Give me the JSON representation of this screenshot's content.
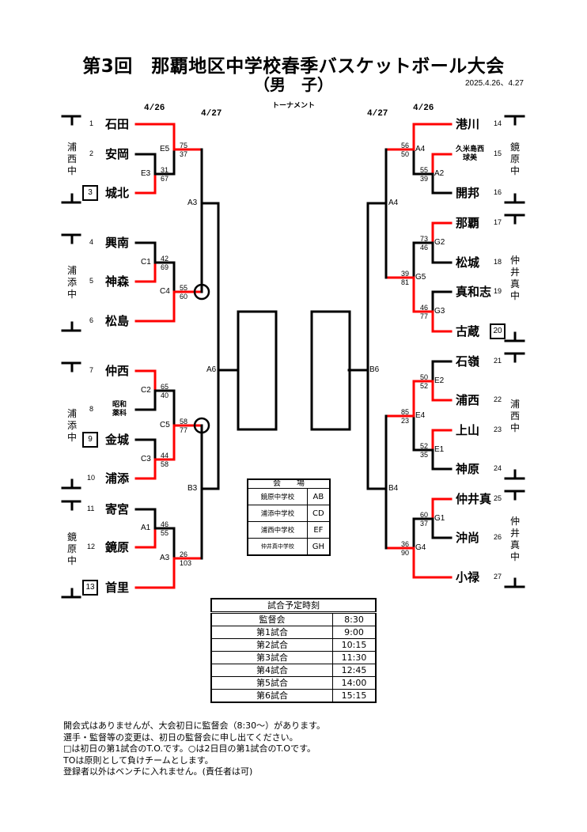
{
  "header": {
    "title": "第3回　那覇地区中学校春季バスケットボール大会",
    "subtitle": "（男　子）",
    "dates": "2025.4.26、4.27",
    "format_label": "トーナメント",
    "day_labels": {
      "left_day1": "4/26",
      "left_day2": "4/27",
      "right_day2": "4/27",
      "right_day1": "4/26"
    }
  },
  "colors": {
    "winner_line": "#ff0000",
    "line": "#000000"
  },
  "teams": [
    {
      "seed": "1",
      "name": "石田",
      "side": "left",
      "to_box": false
    },
    {
      "seed": "2",
      "name": "安岡",
      "side": "left",
      "to_box": false
    },
    {
      "seed": "3",
      "name": "城北",
      "side": "left",
      "to_box": true
    },
    {
      "seed": "4",
      "name": "興南",
      "side": "left",
      "to_box": false
    },
    {
      "seed": "5",
      "name": "神森",
      "side": "left",
      "to_box": false
    },
    {
      "seed": "6",
      "name": "松島",
      "side": "left",
      "to_box": false
    },
    {
      "seed": "7",
      "name": "仲西",
      "side": "left",
      "to_box": false
    },
    {
      "seed": "8",
      "name": "昭和\n薬科",
      "side": "left",
      "to_box": false
    },
    {
      "seed": "9",
      "name": "金城",
      "side": "left",
      "to_box": true
    },
    {
      "seed": "10",
      "name": "浦添",
      "side": "left",
      "to_box": false
    },
    {
      "seed": "11",
      "name": "寄宮",
      "side": "left",
      "to_box": false
    },
    {
      "seed": "12",
      "name": "鏡原",
      "side": "left",
      "to_box": false
    },
    {
      "seed": "13",
      "name": "首里",
      "side": "left",
      "to_box": true
    },
    {
      "seed": "14",
      "name": "港川",
      "side": "right",
      "to_box": false
    },
    {
      "seed": "15",
      "name": "久米島西\n球美",
      "side": "right",
      "to_box": false
    },
    {
      "seed": "16",
      "name": "開邦",
      "side": "right",
      "to_box": false
    },
    {
      "seed": "17",
      "name": "那覇",
      "side": "right",
      "to_box": false
    },
    {
      "seed": "18",
      "name": "松城",
      "side": "right",
      "to_box": false
    },
    {
      "seed": "19",
      "name": "真和志",
      "side": "right",
      "to_box": false
    },
    {
      "seed": "20",
      "name": "古蔵",
      "side": "right",
      "to_box": true
    },
    {
      "seed": "21",
      "name": "石嶺",
      "side": "right",
      "to_box": false
    },
    {
      "seed": "22",
      "name": "浦西",
      "side": "right",
      "to_box": false
    },
    {
      "seed": "23",
      "name": "上山",
      "side": "right",
      "to_box": false
    },
    {
      "seed": "24",
      "name": "神原",
      "side": "right",
      "to_box": false
    },
    {
      "seed": "25",
      "name": "仲井真",
      "side": "right",
      "to_box": false
    },
    {
      "seed": "26",
      "name": "沖尚",
      "side": "right",
      "to_box": false
    },
    {
      "seed": "27",
      "name": "小禄",
      "side": "right",
      "to_box": false
    }
  ],
  "venue_groups": [
    {
      "label": "浦\n西\n中",
      "side": "left",
      "seeds": [
        "1",
        "3"
      ]
    },
    {
      "label": "浦\n添\n中",
      "side": "left",
      "seeds": [
        "4",
        "6"
      ]
    },
    {
      "label": "浦\n添\n中",
      "side": "left",
      "seeds": [
        "7",
        "10"
      ]
    },
    {
      "label": "鏡\n原\n中",
      "side": "left",
      "seeds": [
        "11",
        "13"
      ]
    },
    {
      "label": "鏡\n原\n中",
      "side": "right",
      "seeds": [
        "14",
        "16"
      ]
    },
    {
      "label": "仲\n井\n真\n中",
      "side": "right",
      "seeds": [
        "17",
        "20"
      ]
    },
    {
      "label": "浦\n西\n中",
      "side": "right",
      "seeds": [
        "21",
        "24"
      ]
    },
    {
      "label": "仲\n井\n真\n中",
      "side": "right",
      "seeds": [
        "25",
        "27"
      ]
    }
  ],
  "matches": [
    {
      "id": "E3",
      "a": "2",
      "b": "3",
      "score_a": "31",
      "score_b": "67",
      "winner": "b"
    },
    {
      "id": "E5",
      "a": "1",
      "b": "E3",
      "score_a": "75",
      "score_b": "37",
      "winner": "a"
    },
    {
      "id": "C1",
      "a": "4",
      "b": "5",
      "score_a": "42",
      "score_b": "69",
      "winner": "b"
    },
    {
      "id": "C4",
      "a": "C1",
      "b": "6",
      "score_a": "55",
      "score_b": "60",
      "winner": "b"
    },
    {
      "id": "C2",
      "a": "7",
      "b": "8",
      "score_a": "65",
      "score_b": "40",
      "winner": "a"
    },
    {
      "id": "C3",
      "a": "9",
      "b": "10",
      "score_a": "44",
      "score_b": "58",
      "winner": "b"
    },
    {
      "id": "C5",
      "a": "C2",
      "b": "C3",
      "score_a": "58",
      "score_b": "77",
      "winner": "b"
    },
    {
      "id": "A1",
      "a": "11",
      "b": "12",
      "score_a": "46",
      "score_b": "55",
      "winner": "b"
    },
    {
      "id": "A3",
      "a": "A1",
      "b": "13",
      "score_a": "26",
      "score_b": "103",
      "winner": "b"
    },
    {
      "id": "A2",
      "a": "15",
      "b": "16",
      "score_a": "55",
      "score_b": "39",
      "winner": "a"
    },
    {
      "id": "A4",
      "a": "14",
      "b": "A2",
      "score_a": "56",
      "score_b": "50",
      "winner": "a"
    },
    {
      "id": "G2",
      "a": "17",
      "b": "18",
      "score_a": "73",
      "score_b": "46",
      "winner": "a"
    },
    {
      "id": "G3",
      "a": "19",
      "b": "20",
      "score_a": "46",
      "score_b": "77",
      "winner": "b"
    },
    {
      "id": "G5",
      "a": "G2",
      "b": "G3",
      "score_a": "39",
      "score_b": "81",
      "winner": "b"
    },
    {
      "id": "E2",
      "a": "21",
      "b": "22",
      "score_a": "50",
      "score_b": "52",
      "winner": "b"
    },
    {
      "id": "E1",
      "a": "23",
      "b": "24",
      "score_a": "52",
      "score_b": "35",
      "winner": "a"
    },
    {
      "id": "E4",
      "a": "E2",
      "b": "E1",
      "score_a": "85",
      "score_b": "23",
      "winner": "a"
    },
    {
      "id": "G1",
      "a": "25",
      "b": "26",
      "score_a": "60",
      "score_b": "37",
      "winner": "a"
    },
    {
      "id": "G4",
      "a": "G1",
      "b": "27",
      "score_a": "36",
      "score_b": "90",
      "winner": "b"
    }
  ],
  "day2_matches": [
    {
      "id": "A3",
      "label": "A3"
    },
    {
      "id": "B3",
      "label": "B3"
    },
    {
      "id": "A6",
      "label": "A6"
    },
    {
      "id": "A4",
      "label": "A4"
    },
    {
      "id": "B4",
      "label": "B4"
    },
    {
      "id": "B6",
      "label": "B6"
    }
  ],
  "venue_table": {
    "header": "会　　場",
    "rows": [
      {
        "school": "鏡原中学校",
        "courts": "AB"
      },
      {
        "school": "浦添中学校",
        "courts": "CD"
      },
      {
        "school": "浦西中学校",
        "courts": "EF"
      },
      {
        "school": "仲井真中学校",
        "courts": "GH"
      }
    ]
  },
  "schedule_table": {
    "header": "試合予定時刻",
    "rows": [
      {
        "label": "監督会",
        "time": "8:30"
      },
      {
        "label": "第1試合",
        "time": "9:00"
      },
      {
        "label": "第2試合",
        "time": "10:15"
      },
      {
        "label": "第3試合",
        "time": "11:30"
      },
      {
        "label": "第4試合",
        "time": "12:45"
      },
      {
        "label": "第5試合",
        "time": "14:00"
      },
      {
        "label": "第6試合",
        "time": "15:15"
      }
    ]
  },
  "notes": [
    "開会式はありませんが、大会初日に監督会（8:30～）があります。",
    "選手・監督等の変更は、初日の監督会に申し出てください。",
    "□は初日の第1試合のT.O.です。○は2日目の第1試合のT.Oです。",
    "TOは原則として負けチームとします。",
    "登録者以外はベンチに入れません。(責任者は可)"
  ]
}
